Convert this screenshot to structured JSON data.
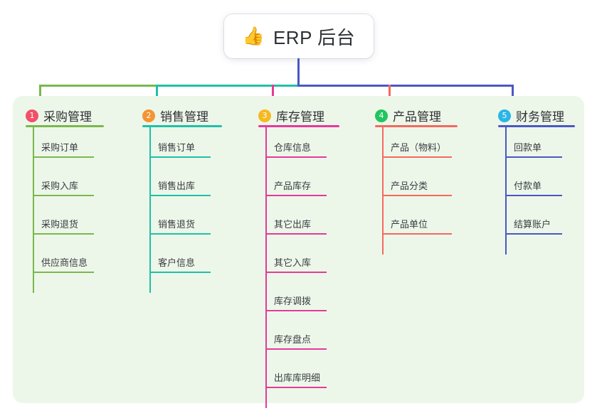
{
  "root": {
    "icon": "thumbs-up-icon",
    "emoji": "👍",
    "title": "ERP 后台"
  },
  "colors": {
    "panel_bg": "#edf7e9",
    "card_bg": "#ffffff",
    "text": "#2f3035",
    "trunk": "#4a58c4",
    "green": "#7ab84e",
    "teal": "#1fc0a8",
    "magenta": "#e5399b",
    "coral": "#f4695f",
    "blue": "#4a58c4",
    "badge1": "#f0516a",
    "badge2": "#f59432",
    "badge3": "#f5b921",
    "badge4": "#22c55e",
    "badge5": "#29b6e8"
  },
  "columns": [
    {
      "index": "1",
      "badge_color": "#f0516a",
      "line_color": "#7ab84e",
      "title": "采购管理",
      "items": [
        "采购订单",
        "采购入库",
        "采购退货",
        "供应商信息"
      ]
    },
    {
      "index": "2",
      "badge_color": "#f59432",
      "line_color": "#1fc0a8",
      "title": "销售管理",
      "items": [
        "销售订单",
        "销售出库",
        "销售退货",
        "客户信息"
      ]
    },
    {
      "index": "3",
      "badge_color": "#f5b921",
      "line_color": "#e5399b",
      "title": "库存管理",
      "items": [
        "仓库信息",
        "产品库存",
        "其它出库",
        "其它入库",
        "库存调拨",
        "库存盘点",
        "出库库明细"
      ]
    },
    {
      "index": "4",
      "badge_color": "#22c55e",
      "line_color": "#f4695f",
      "title": "产品管理",
      "items": [
        "产品（物料）",
        "产品分类",
        "产品单位"
      ]
    },
    {
      "index": "5",
      "badge_color": "#29b6e8",
      "line_color": "#4a58c4",
      "title": "财务管理",
      "items": [
        "回款单",
        "付款单",
        "结算账户"
      ]
    }
  ]
}
